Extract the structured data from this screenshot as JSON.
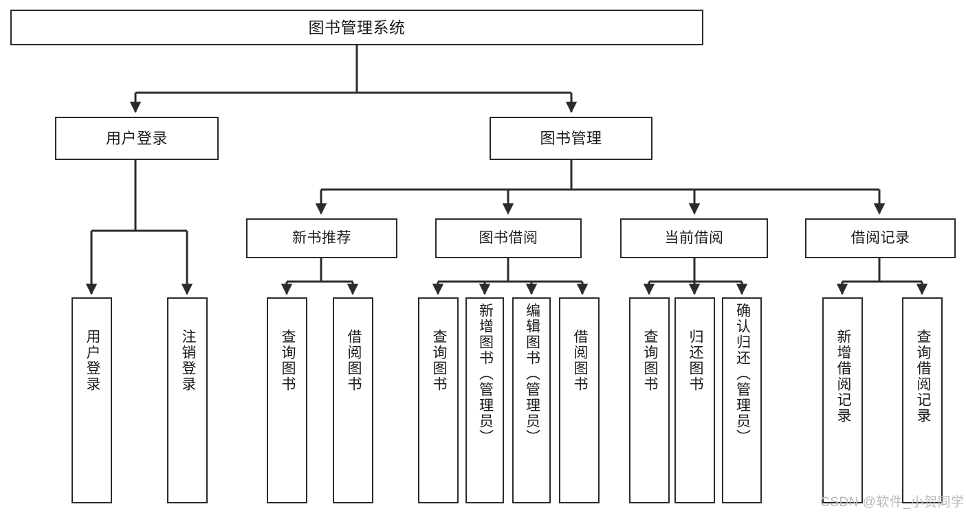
{
  "diagram": {
    "title": "图书管理系统",
    "type": "functional-structure-tree",
    "watermark": "CSDN @软件_小贺同学",
    "colors": {
      "stroke": "#2b2b2b",
      "fill": "#ffffff",
      "text": "#1a1a1a",
      "watermark": "#b9b9b9"
    },
    "nodes": {
      "root": {
        "label": "图书管理系统"
      },
      "level2": [
        {
          "label": "用户登录"
        },
        {
          "label": "图书管理"
        }
      ],
      "level3": [
        {
          "label": "新书推荐"
        },
        {
          "label": "图书借阅"
        },
        {
          "label": "当前借阅"
        },
        {
          "label": "借阅记录"
        }
      ],
      "leaves": {
        "user_login": [
          {
            "label": "用户登录"
          },
          {
            "label": "注销登录"
          }
        ],
        "new_book_recommend": [
          {
            "label": "查询图书"
          },
          {
            "label": "借阅图书"
          }
        ],
        "book_borrow": [
          {
            "label": "查询图书"
          },
          {
            "label": "新增图书（管理员）"
          },
          {
            "label": "编辑图书（管理员）"
          },
          {
            "label": "借阅图书"
          }
        ],
        "current_borrow": [
          {
            "label": "查询图书"
          },
          {
            "label": "归还图书"
          },
          {
            "label": "确认归还（管理员）"
          }
        ],
        "borrow_record": [
          {
            "label": "新增借阅记录"
          },
          {
            "label": "查询借阅记录"
          }
        ]
      }
    }
  }
}
